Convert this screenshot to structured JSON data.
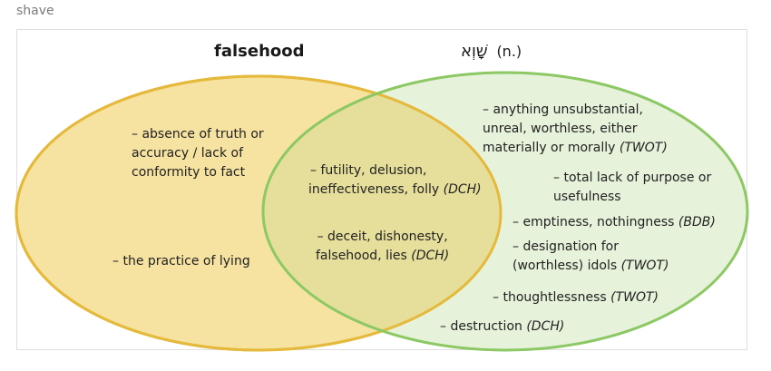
{
  "page_label": "shave",
  "titles": {
    "left": "falsehood",
    "right_word": "שָׁוְא",
    "right_pos": "(n.)"
  },
  "colors": {
    "left_fill": "#f7e3a1",
    "left_stroke": "#e5b93b",
    "right_fill": "#e6f2da",
    "right_stroke": "#8cc864",
    "overlap_fill": "#e6df9c"
  },
  "left_only": [
    {
      "lines": [
        "– absence of truth or",
        "accuracy / lack of",
        "conformity to fact"
      ]
    },
    {
      "lines": [
        "– the practice of lying"
      ]
    }
  ],
  "overlap": [
    {
      "line1": "– futility, delusion,",
      "line2": "ineffectiveness, folly",
      "source": "(DCH)"
    },
    {
      "line1": "– deceit, dishonesty,",
      "line2": "falsehood, lies",
      "source": "(DCH)"
    }
  ],
  "right_only": [
    {
      "line1": "– anything unsubstantial,",
      "line2": "unreal, worthless, either",
      "line3": "materially or morally",
      "source": "(TWOT)"
    },
    {
      "line1": "– total lack of purpose or",
      "line2": "usefulness"
    },
    {
      "line1": "– emptiness, nothingness",
      "source": "(BDB)"
    },
    {
      "line1": "– designation for",
      "line2": "(worthless) idols",
      "source": "(TWOT)"
    },
    {
      "line1": "– thoughtlessness",
      "source": "(TWOT)"
    },
    {
      "line1": "– destruction",
      "source": "(DCH)"
    }
  ]
}
